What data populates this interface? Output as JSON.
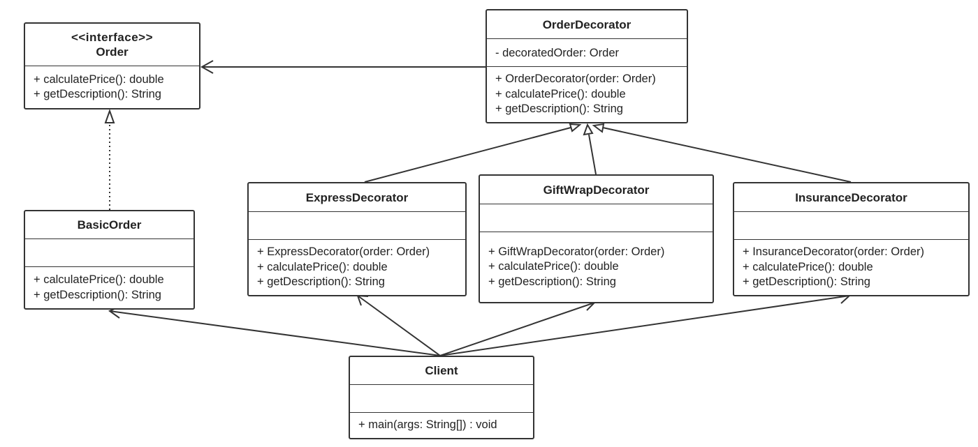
{
  "classes": {
    "order": {
      "stereotype": "<<interface>>",
      "name": "Order",
      "operations": [
        "+ calculatePrice(): double",
        "+ getDescription(): String"
      ]
    },
    "order_decorator": {
      "name": "OrderDecorator",
      "attributes": [
        "- decoratedOrder: Order"
      ],
      "operations": [
        "+ OrderDecorator(order: Order)",
        "+ calculatePrice(): double",
        "+ getDescription(): String"
      ]
    },
    "basic_order": {
      "name": "BasicOrder",
      "attributes": [],
      "operations": [
        "+ calculatePrice(): double",
        "+ getDescription(): String"
      ]
    },
    "express_decorator": {
      "name": "ExpressDecorator",
      "attributes": [],
      "operations": [
        "+ ExpressDecorator(order: Order)",
        "+ calculatePrice(): double",
        "+ getDescription(): String"
      ]
    },
    "gift_wrap_decorator": {
      "name": "GiftWrapDecorator",
      "attributes": [],
      "operations": [
        "+ GiftWrapDecorator(order: Order)",
        "+ calculatePrice(): double",
        "+ getDescription(): String"
      ]
    },
    "insurance_decorator": {
      "name": "InsuranceDecorator",
      "attributes": [],
      "operations": [
        "+ InsuranceDecorator(order: Order)",
        "+ calculatePrice(): double",
        "+ getDescription(): String"
      ]
    },
    "client": {
      "name": "Client",
      "attributes": [],
      "operations": [
        "+ main(args: String[]) : void"
      ]
    }
  },
  "relationships": [
    {
      "from": "OrderDecorator",
      "to": "Order",
      "type": "association"
    },
    {
      "from": "BasicOrder",
      "to": "Order",
      "type": "realization"
    },
    {
      "from": "ExpressDecorator",
      "to": "OrderDecorator",
      "type": "generalization"
    },
    {
      "from": "GiftWrapDecorator",
      "to": "OrderDecorator",
      "type": "generalization"
    },
    {
      "from": "InsuranceDecorator",
      "to": "OrderDecorator",
      "type": "generalization"
    },
    {
      "from": "Client",
      "to": "BasicOrder",
      "type": "dependency"
    },
    {
      "from": "Client",
      "to": "ExpressDecorator",
      "type": "dependency"
    },
    {
      "from": "Client",
      "to": "GiftWrapDecorator",
      "type": "dependency"
    },
    {
      "from": "Client",
      "to": "InsuranceDecorator",
      "type": "dependency"
    }
  ],
  "colors": {
    "line": "#333333",
    "text": "#222222",
    "background": "#ffffff"
  }
}
